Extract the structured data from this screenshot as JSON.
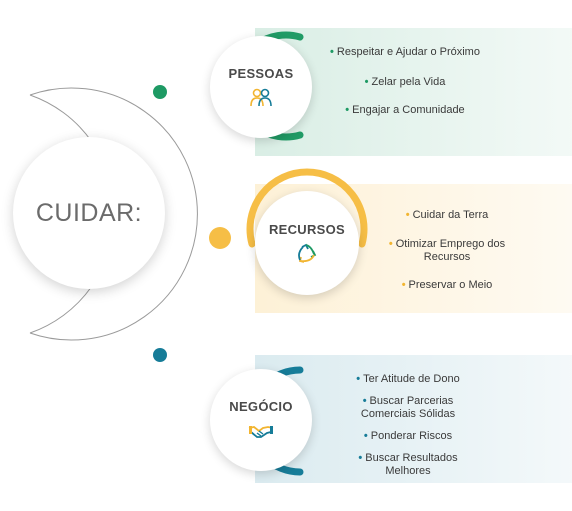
{
  "title": "CUIDAR:",
  "colors": {
    "pessoas": "#1e9a64",
    "recursos": "#f6be46",
    "negocio": "#167c98",
    "text": "#3a3a3a"
  },
  "sections": [
    {
      "label": "PESSOAS",
      "icon": "people-icon",
      "items": [
        "Respeitar e Ajudar o Próximo",
        "Zelar pela Vida",
        "Engajar a Comunidade"
      ]
    },
    {
      "label": "RECURSOS",
      "icon": "recycle-icon",
      "items": [
        "Cuidar da Terra",
        "Otimizar Emprego dos Recursos",
        "Preservar o Meio"
      ]
    },
    {
      "label": "NEGÓCIO",
      "icon": "handshake-icon",
      "items": [
        "Ter Atitude de Dono",
        "Buscar Parcerias Comerciais Sólidas",
        "Ponderar Riscos",
        "Buscar Resultados Melhores"
      ]
    }
  ]
}
